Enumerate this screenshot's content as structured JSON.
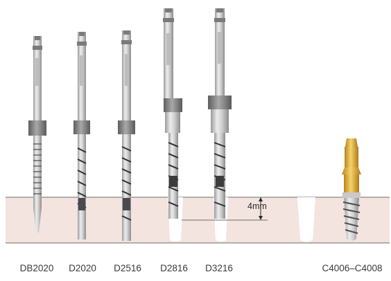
{
  "measurement_label": "4mm",
  "drill_labels": [
    "DB2020",
    "D2020",
    "D2516",
    "D2816",
    "D3216"
  ],
  "implant_label": "C4006–C4008",
  "colors": {
    "bone": "#f3e4df",
    "bone_line": "#6b6b6b",
    "steel_light": "#e6e6e6",
    "steel_dark": "#8a8a8a",
    "collar": "#7c7c7c",
    "gold": "#e2b13c",
    "cavity": "#ffffff"
  }
}
